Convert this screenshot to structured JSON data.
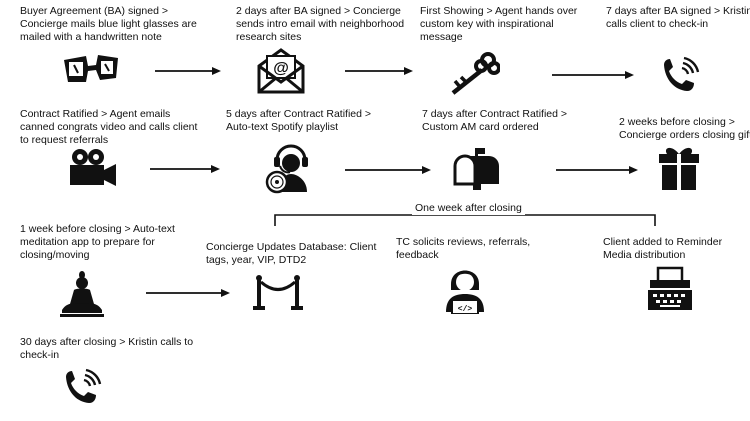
{
  "steps": {
    "ba_signed": {
      "line1": "Buyer Agreement (BA) signed >",
      "line2": "Concierge mails blue light glasses are",
      "line3": "mailed with a handwritten note",
      "icon": "glasses-icon"
    },
    "intro_email": {
      "line1": "2 days after BA signed > Concierge",
      "line2": "sends intro email with neighborhood",
      "line3": "research sites",
      "icon": "email-icon"
    },
    "first_showing": {
      "line1": "First Showing > Agent hands over",
      "line2": "custom key with inspirational",
      "line3": "message",
      "icon": "key-icon"
    },
    "check_in_7": {
      "line1": "7 days after BA signed > Kristin",
      "line2": "calls client to check-in",
      "icon": "phone-icon"
    },
    "contract_ratified": {
      "line1": "Contract Ratified > Agent emails",
      "line2": "canned congrats video and calls client",
      "line3": "to request referrals",
      "icon": "video-camera-icon"
    },
    "spotify": {
      "line1": "5 days after Contract Ratified >",
      "line2": "Auto-text Spotify playlist",
      "icon": "headset-music-icon"
    },
    "am_card": {
      "line1": "7 days after Contract Ratified >",
      "line2": "Custom AM card ordered",
      "icon": "mailbox-icon"
    },
    "closing_gift": {
      "line1": "2 weeks before closing >",
      "line2": "Concierge orders closing gift",
      "icon": "gift-icon"
    },
    "meditation": {
      "line1": "1 week before closing > Auto-text",
      "line2": "meditation app to prepare for",
      "line3": "closing/moving",
      "icon": "buddha-icon"
    },
    "database": {
      "line1": "Concierge Updates Database: Client",
      "line2": "tags, year, VIP, DTD2",
      "icon": "stanchion-rope-icon"
    },
    "reviews": {
      "line1": "TC solicits reviews, referrals,",
      "line2": "feedback",
      "icon": "coder-person-icon"
    },
    "reminder_media": {
      "line1": "Client added to Reminder",
      "line2": "Media distribution",
      "icon": "typewriter-icon"
    },
    "check_in_30": {
      "line1": "30 days after closing > Kristin calls to",
      "line2": "check-in",
      "icon": "phone-icon"
    }
  },
  "group": {
    "label": "One week after closing"
  }
}
